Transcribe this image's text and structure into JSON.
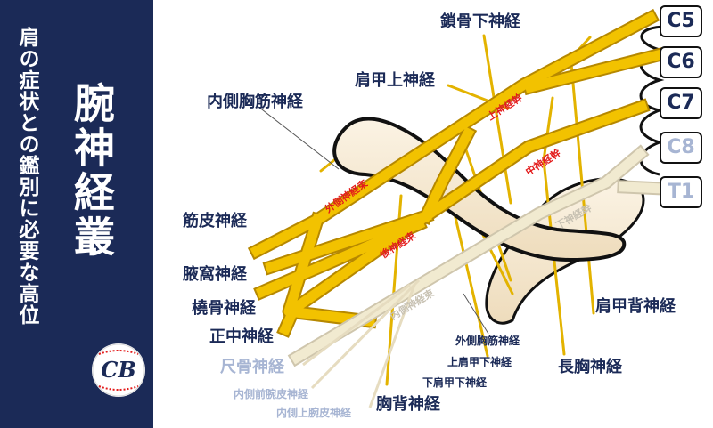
{
  "header": {
    "subtitle": "肩の症状との鑑別に必要な高位",
    "title": "腕神経叢"
  },
  "logo": {
    "text": "CB"
  },
  "roots": [
    {
      "label": "C5",
      "faded": false
    },
    {
      "label": "C6",
      "faded": false
    },
    {
      "label": "C7",
      "faded": false
    },
    {
      "label": "C8",
      "faded": true
    },
    {
      "label": "T1",
      "faded": true
    }
  ],
  "trunks": {
    "upper": "上神経幹",
    "middle": "中神経幹",
    "lower": "下神経幹"
  },
  "cords": {
    "lateral": "外側神経束",
    "posterior": "後神経束",
    "medial": "内側神経束"
  },
  "nerves": {
    "subclavian": "鎖骨下神経",
    "suprascapular": "肩甲上神経",
    "medial_pectoral": "内側胸筋神経",
    "musculocutaneous": "筋皮神経",
    "axillary": "腋窩神経",
    "radial": "橈骨神経",
    "median": "正中神経",
    "ulnar": "尺骨神経",
    "medial_antebrachial": "内側前腕皮神経",
    "medial_brachial": "内側上腕皮神経",
    "thoracodorsal": "胸背神経",
    "lateral_pectoral": "外側胸筋神経",
    "upper_subscapular": "上肩甲下神経",
    "lower_subscapular": "下肩甲下神経",
    "long_thoracic": "長胸神経",
    "dorsal_scapular": "肩甲背神経"
  },
  "colors": {
    "panel": "#1b2a57",
    "label": "#1b2a57",
    "label_faded": "#a7b5d3",
    "nerve": "#f2c200",
    "nerve_pale": "#f1ead0",
    "bone": "#f7ead3",
    "trunk_label": "#e31b1b"
  }
}
